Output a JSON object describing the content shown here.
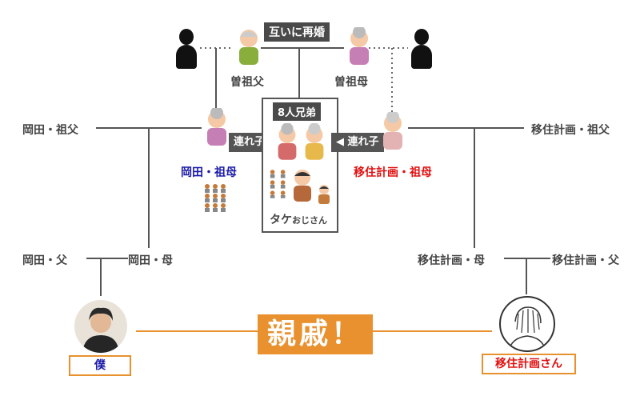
{
  "labels": {
    "remarry": "互いに再婚",
    "great_grandfather": "曽祖父",
    "great_grandmother": "曽祖母",
    "okada_grandfather": "岡田・祖父",
    "okada_grandmother": "岡田・祖母",
    "ijuu_grandfather": "移住計画・祖父",
    "ijuu_grandmother": "移住計画・祖母",
    "siblings": "8人兄弟",
    "take_name": "タケ",
    "take_suffix": "おじさん",
    "step_child_left": "連れ子",
    "step_child_right": "連れ子",
    "okada_father": "岡田・父",
    "okada_mother": "岡田・母",
    "ijuu_mother": "移住計画・母",
    "ijuu_father": "移住計画・父",
    "relatives": "親戚！",
    "me": "僕",
    "ijuu_san": "移住計画さん"
  },
  "colors": {
    "okada_grandmother": "#1a1aa8",
    "ijuu_grandmother": "#e01010",
    "me": "#1a1aa8",
    "ijuu_san": "#e01010",
    "accent_orange": "#e8912e"
  },
  "icons": [
    "silhouette-icon",
    "grandmother-icon",
    "grandfather-icon",
    "child-icon",
    "man-icon",
    "avatar-photo",
    "avatar-sketch"
  ]
}
